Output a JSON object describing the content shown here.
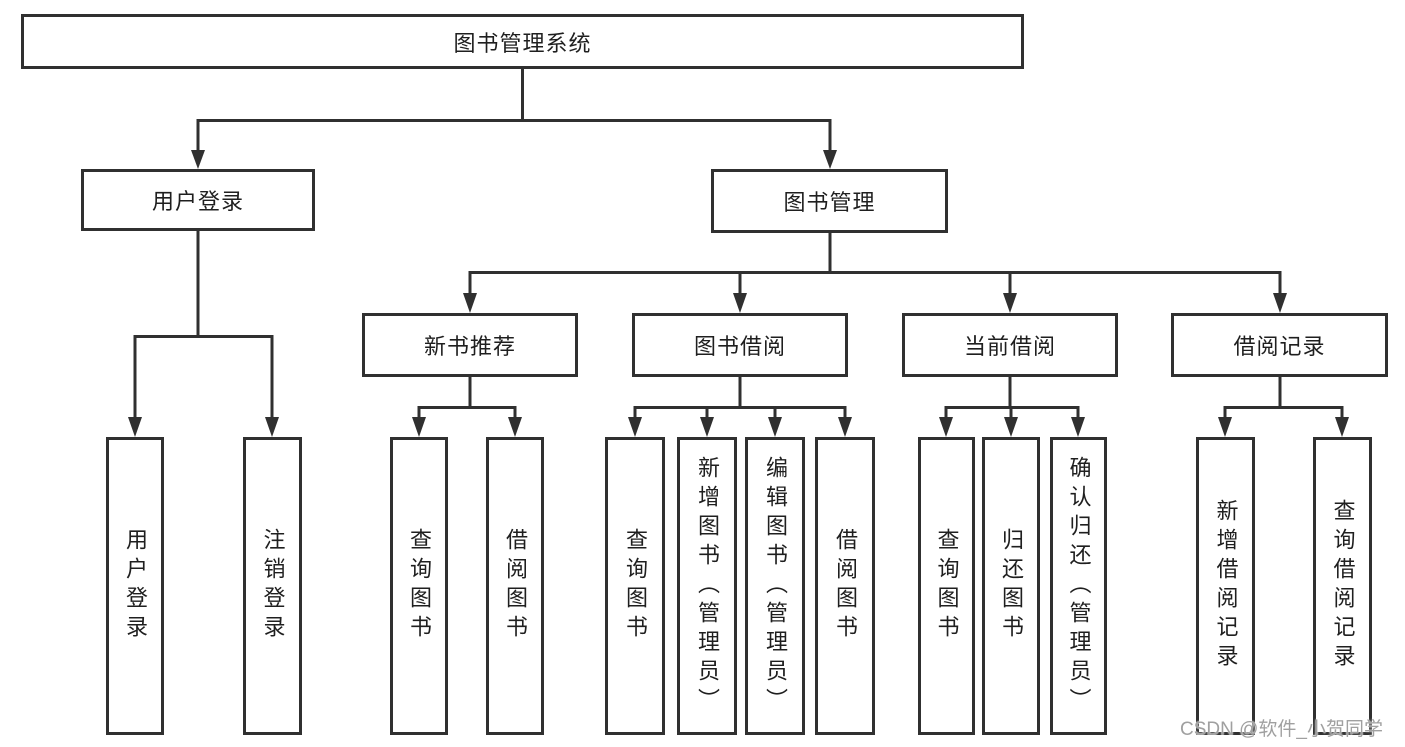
{
  "tree": {
    "label": "图书管理系统",
    "children": [
      {
        "label": "用户登录",
        "children": [
          {
            "label": "用户登录"
          },
          {
            "label": "注销登录"
          }
        ]
      },
      {
        "label": "图书管理",
        "children": [
          {
            "label": "新书推荐",
            "children": [
              {
                "label": "查询图书"
              },
              {
                "label": "借阅图书"
              }
            ]
          },
          {
            "label": "图书借阅",
            "children": [
              {
                "label": "查询图书"
              },
              {
                "label": "新增图书（管理员）"
              },
              {
                "label": "编辑图书（管理员）"
              },
              {
                "label": "借阅图书"
              }
            ]
          },
          {
            "label": "当前借阅",
            "children": [
              {
                "label": "查询图书"
              },
              {
                "label": "归还图书"
              },
              {
                "label": "确认归还（管理员）"
              }
            ]
          },
          {
            "label": "借阅记录",
            "children": [
              {
                "label": "新增借阅记录"
              },
              {
                "label": "查询借阅记录"
              }
            ]
          }
        ]
      }
    ]
  },
  "watermark": "CSDN @软件_小贺同学",
  "colors": {
    "line": "#303030",
    "text": "#1f1f1f",
    "background": "#ffffff",
    "watermark": "#a0a0a0"
  }
}
